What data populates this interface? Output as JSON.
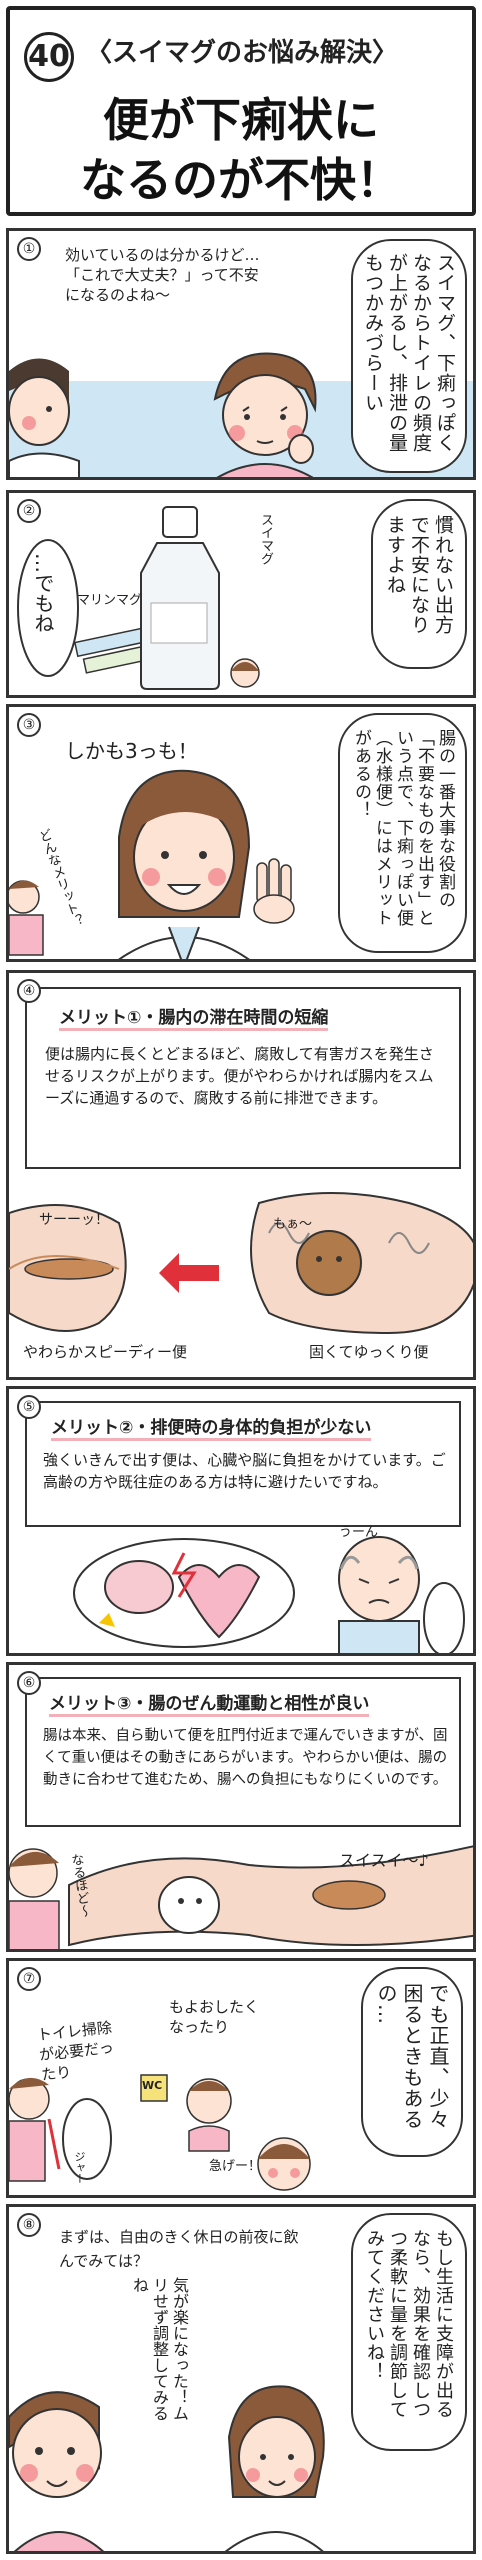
{
  "header": {
    "episode_number": "40",
    "series_title": "〈スイマグのお悩み解決〉",
    "title_line1": "便が下痢状に",
    "title_line2": "なるのが不快！"
  },
  "panel1": {
    "num": "①",
    "bubble": "スイマグ、下痢っぽくなるからトイレの頻度が上がるし、排泄の量もつかみづらーい",
    "thought": "効いているのは分かるけど…「これで大丈夫？」って不安になるのよね〜"
  },
  "panel2": {
    "num": "②",
    "bubble": "慣れない出方で不安になりますよね",
    "thought": "…でもね",
    "bottle_label": "スイマグ",
    "sticks_label": "マリンマグ"
  },
  "panel3": {
    "num": "③",
    "bubble": "腸の一番大事な役割の「不要なものを出す」という点で、下痢っぽい便（水様便）にはメリットがあるの！",
    "shout": "しかも3っも！",
    "question": "どんなメリット？"
  },
  "panel4": {
    "num": "④",
    "title": "メリット①・腸内の滞在時間の短縮",
    "body": "便は腸内に長くとどまるほど、腐敗して有害ガスを発生させるリスクが上がります。便がやわらかければ腸内をスムーズに通過するので、腐敗する前に排泄できます。",
    "sfx_fast": "サーーッ！",
    "sfx_slow": "もぁ〜",
    "label_soft": "やわらかスピーディー便",
    "label_hard": "固くてゆっくり便"
  },
  "panel5": {
    "num": "⑤",
    "title": "メリット②・排便時の身体的負担が少ない",
    "body": "強くいきんで出す便は、心臓や脳に負担をかけています。ご高齢の方や既往症のある方は特に避けたいですね。",
    "sfx": "うーん"
  },
  "panel6": {
    "num": "⑥",
    "title": "メリット③・腸のぜん動運動と相性が良い",
    "body": "腸は本来、自ら動いて便を肛門付近まで運んでいきますが、固くて重い便はその動きにあらがいます。やわらかい便は、腸の動きに合わせて進むため、腸への負担にもなりにくいのです。",
    "aside": "なるほど〜",
    "sfx": "スイスイ〜♪"
  },
  "panel7": {
    "num": "⑦",
    "bubble": "でも正直、少々困るときもあるの…",
    "left_text": "トイレ掃除が必要だったり",
    "mid_text": "もよおしたくなったり",
    "sign": "WC",
    "sfx_hurry": "急げー！",
    "sfx_flush": "ジャー"
  },
  "panel8": {
    "num": "⑧",
    "text": "まずは、自由のきく休日の前夜に飲んでみては？",
    "bubble": "もし生活に支障が出るなら、効果を確認しつつ柔軟に量を調節してみてくださいね！",
    "aside": "気が楽になった！ムリせず調整してみるね"
  },
  "colors": {
    "outline": "#333333",
    "skin": "#fde3d3",
    "cheek": "#f06a7a",
    "hair_brown": "#8a5a3a",
    "hair_dark": "#4a3a30",
    "pink_shirt": "#f7b7c6",
    "blue_bg": "#cfe6f5",
    "intestine": "#f6d9c8",
    "accent_red": "#e0303a",
    "highlight_pink": "#f4b0b8"
  }
}
